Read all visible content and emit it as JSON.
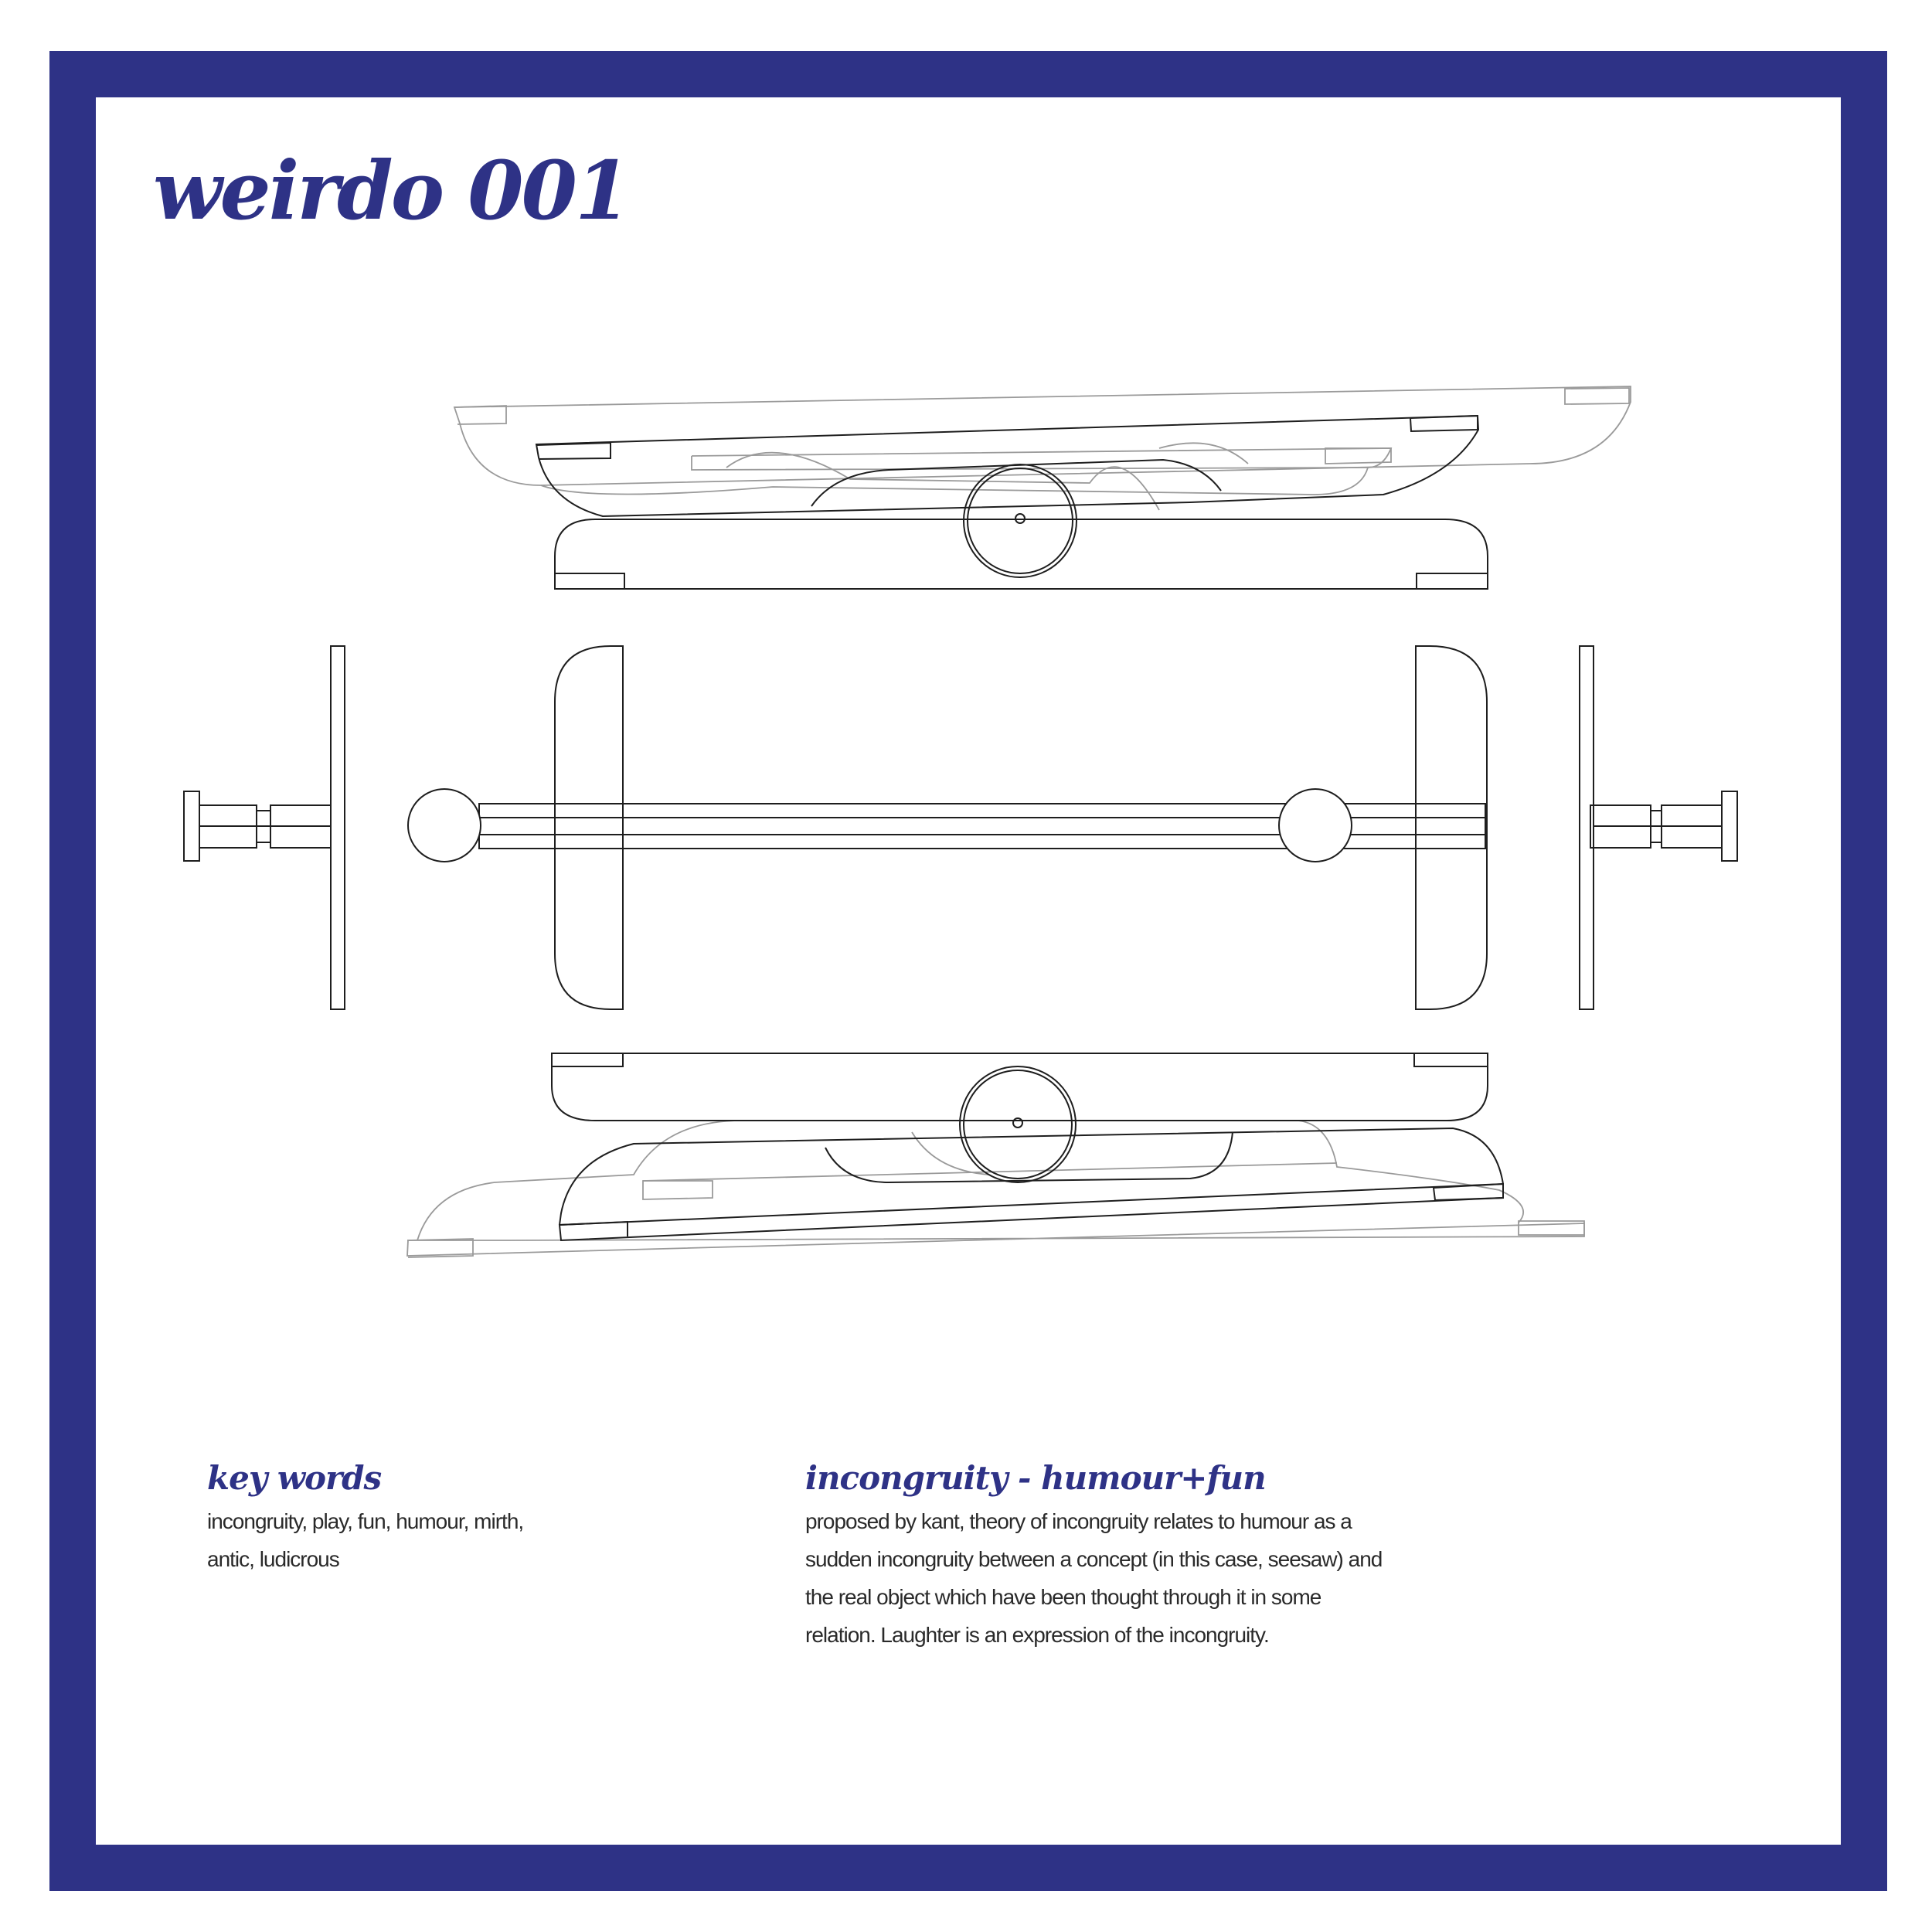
{
  "title": "weirdo 001",
  "colors": {
    "frame": "#2e3286",
    "title": "#2e3286",
    "line": "#1e1e1e",
    "ghost_line": "#9a9a9a"
  },
  "keywords": {
    "heading": "key words",
    "lines": [
      "incongruity, play, fun, humour, mirth,",
      "antic, ludicrous"
    ]
  },
  "concept": {
    "heading": "incongruity - humour+fun",
    "lines": [
      "proposed by kant, theory of incongruity relates to humour as a",
      "sudden incongruity between a concept (in this case, seesaw) and",
      "the real object which have been thought through it in some",
      "relation. Laughter is an expression of the incongruity."
    ]
  }
}
